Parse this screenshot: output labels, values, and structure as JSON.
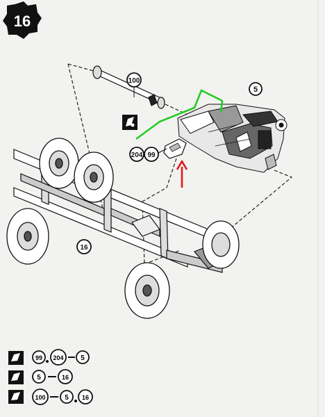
{
  "step": {
    "number": "16"
  },
  "callouts": {
    "part_shaft": "100",
    "part_mount_a": "204",
    "part_mount_b": "99",
    "subassembly_engine": "5",
    "subassembly_chassis": "16"
  },
  "assembly_sequence": [
    {
      "parts": [
        "99",
        "204"
      ],
      "into": "5"
    },
    {
      "parts": [
        "5"
      ],
      "into": "16"
    },
    {
      "parts": [
        "100",
        "5"
      ],
      "into": "16"
    }
  ],
  "colors": {
    "annotation_green": "#22cc22",
    "annotation_red": "#e01818",
    "ink": "#111111",
    "paper": "#f2f2f0"
  },
  "icons": [
    "glue-icon",
    "step-badge-icon"
  ]
}
